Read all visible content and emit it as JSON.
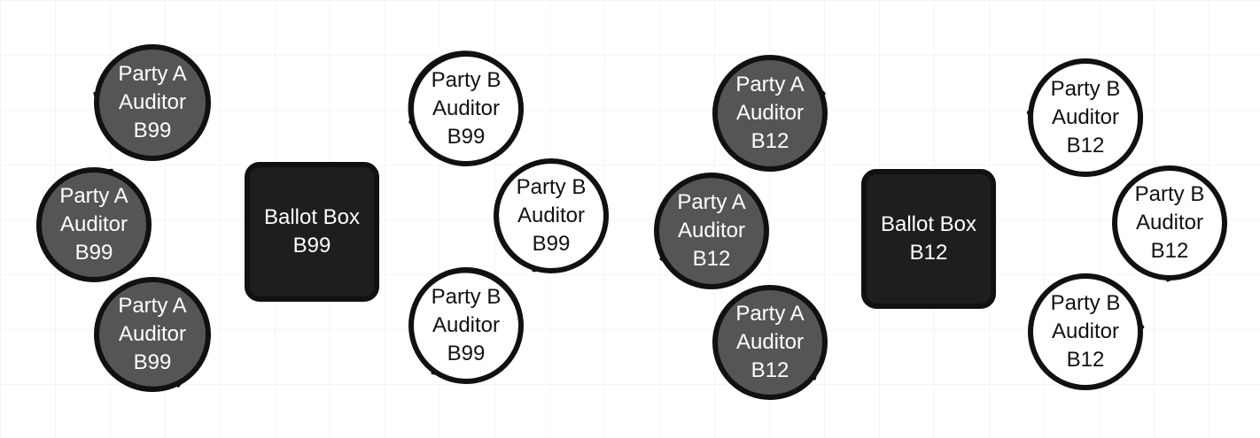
{
  "colors": {
    "stroke": "#111111",
    "party_a_fill": "#555555",
    "party_b_fill": "#ffffff",
    "ballot_box_fill": "#1e1e1e"
  },
  "groups": [
    {
      "ballot_box": {
        "line1": "Ballot Box",
        "line2": "B99"
      },
      "party_a": [
        {
          "line1": "Party A",
          "line2": "Auditor",
          "line3": "B99"
        },
        {
          "line1": "Party A",
          "line2": "Auditor",
          "line3": "B99"
        },
        {
          "line1": "Party A",
          "line2": "Auditor",
          "line3": "B99"
        }
      ],
      "party_b": [
        {
          "line1": "Party B",
          "line2": "Auditor",
          "line3": "B99"
        },
        {
          "line1": "Party B",
          "line2": "Auditor",
          "line3": "B99"
        },
        {
          "line1": "Party B",
          "line2": "Auditor",
          "line3": "B99"
        }
      ]
    },
    {
      "ballot_box": {
        "line1": "Ballot Box",
        "line2": "B12"
      },
      "party_a": [
        {
          "line1": "Party A",
          "line2": "Auditor",
          "line3": "B12"
        },
        {
          "line1": "Party A",
          "line2": "Auditor",
          "line3": "B12"
        },
        {
          "line1": "Party A",
          "line2": "Auditor",
          "line3": "B12"
        }
      ],
      "party_b": [
        {
          "line1": "Party B",
          "line2": "Auditor",
          "line3": "B12"
        },
        {
          "line1": "Party B",
          "line2": "Auditor",
          "line3": "B12"
        },
        {
          "line1": "Party B",
          "line2": "Auditor",
          "line3": "B12"
        }
      ]
    }
  ]
}
